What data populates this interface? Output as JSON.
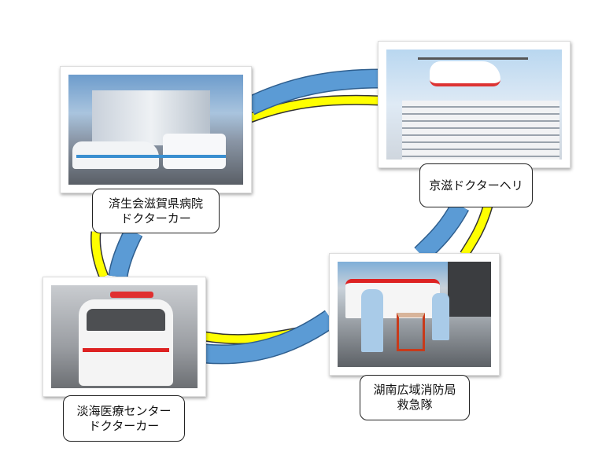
{
  "nodes": [
    {
      "id": "saiseikai",
      "line1": "済生会滋賀県病院",
      "line2": "ドクターカー"
    },
    {
      "id": "heli",
      "line1": "京滋ドクターヘリ"
    },
    {
      "id": "konan",
      "line1": "湖南広域消防局",
      "line2": "救急隊"
    },
    {
      "id": "omi",
      "line1": "淡海医療センター",
      "line2": "ドクターカー"
    }
  ],
  "colors": {
    "blue": "#5b9bd5",
    "yellow": "#ffff00"
  }
}
